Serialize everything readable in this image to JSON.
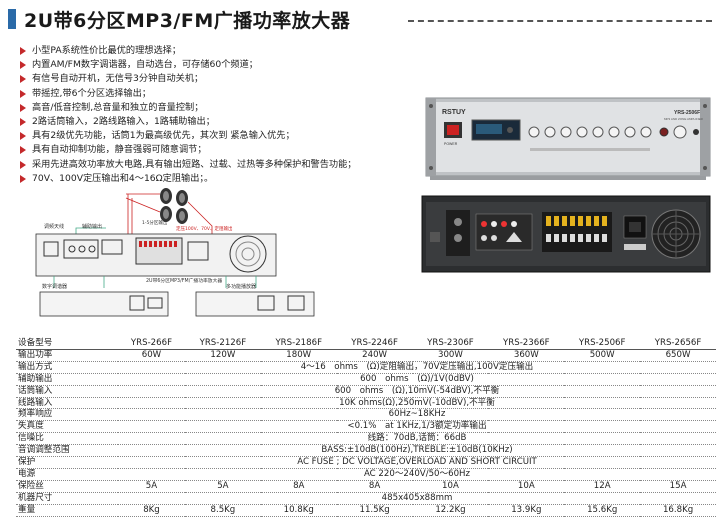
{
  "title": "2U带6分区MP3/FM广播功率放大器",
  "features": [
    "小型PA系统性价比最优的理想选择；",
    "内置AM/FM数字调谐器，自动选台，可存储60个频道；",
    "有信号自动开机，无信号3分钟自动关机；",
    "带摇控,带6个分区选择输出；",
    "高音/低音控制,总音量和独立的音量控制；",
    "2路话筒输入，2路线路输入，1路辅助输出；",
    "具有2级优先功能，话筒1为最高级优先，其次到 紧急输入优先；",
    "具有自动抑制功能，静音强弱可随意调节；",
    "采用先进高效功率放大电路,具有输出短路、过载、过热等多种保护和警告功能；",
    "70V、100V定压输出和4～16Ω定阻输出；。"
  ],
  "device": {
    "brand": "RSTUY",
    "model": "YRS-2506F",
    "subtitle": "MP3 AND ZONE AMPLIFIER",
    "power_label": "POWER"
  },
  "diagram": {
    "label_antenna": "调频天线",
    "label_aux": "辅助输出",
    "label_zone": "1-5分区输出",
    "label_const": "定压100V、70V、定阻输出",
    "label_amp": "2U带6分区MP3/FM广播功率放大器",
    "label_tuner": "数字调谐器",
    "label_player": "多功能播放器"
  },
  "specs": {
    "header_label": "设备型号",
    "models": [
      "YRS-266F",
      "YRS-2126F",
      "YRS-2186F",
      "YRS-2246F",
      "YRS-2306F",
      "YRS-2366F",
      "YRS-2506F",
      "YRS-2656F"
    ],
    "rows": [
      {
        "label": "输出功率",
        "values": [
          "60W",
          "120W",
          "180W",
          "240W",
          "300W",
          "360W",
          "500W",
          "650W"
        ]
      },
      {
        "label": "输出方式",
        "span": "4～16　ohms　(Ω)定阻输出，70V定压输出,100V定压输出"
      },
      {
        "label": "辅助输出",
        "span": "600　ohms　(Ω)/1V(0dBV)"
      },
      {
        "label": "话筒输入",
        "span": "600　ohms　(Ω),10mV(-54dBV),不平衡"
      },
      {
        "label": "线路输入",
        "span": "10K ohms(Ω),250mV(-10dBV),不平衡"
      },
      {
        "label": "频率响应",
        "span": "60Hz~18KHz"
      },
      {
        "label": "失真度",
        "span": "<0.1%　at 1KHz,1/3额定功率输出"
      },
      {
        "label": "信噪比",
        "span": "线路：70dB,话筒：66dB"
      },
      {
        "label": "音调调整范围",
        "span": "BASS:±10dB(100Hz),TREBLE:±10dB(10KHz)"
      },
      {
        "label": "保护",
        "span": "AC FUSE ; DC VOLTAGE,OVERLOAD AND SHORT CIRCUIT"
      },
      {
        "label": "电源",
        "span": "AC 220～240V/50～60Hz"
      },
      {
        "label": "保险丝",
        "values": [
          "5A",
          "5A",
          "8A",
          "8A",
          "10A",
          "10A",
          "12A",
          "15A"
        ]
      },
      {
        "label": "机器尺寸",
        "span": "485x405x88mm"
      },
      {
        "label": "重量",
        "values": [
          "8Kg",
          "8.5Kg",
          "10.8Kg",
          "11.5Kg",
          "12.2Kg",
          "13.9Kg",
          "15.6Kg",
          "16.8Kg"
        ]
      }
    ]
  },
  "colors": {
    "accent": "#2a6aa8",
    "bullet": "#c4292b",
    "panel": "#d8dadc",
    "rear": "#2a2c2e"
  }
}
